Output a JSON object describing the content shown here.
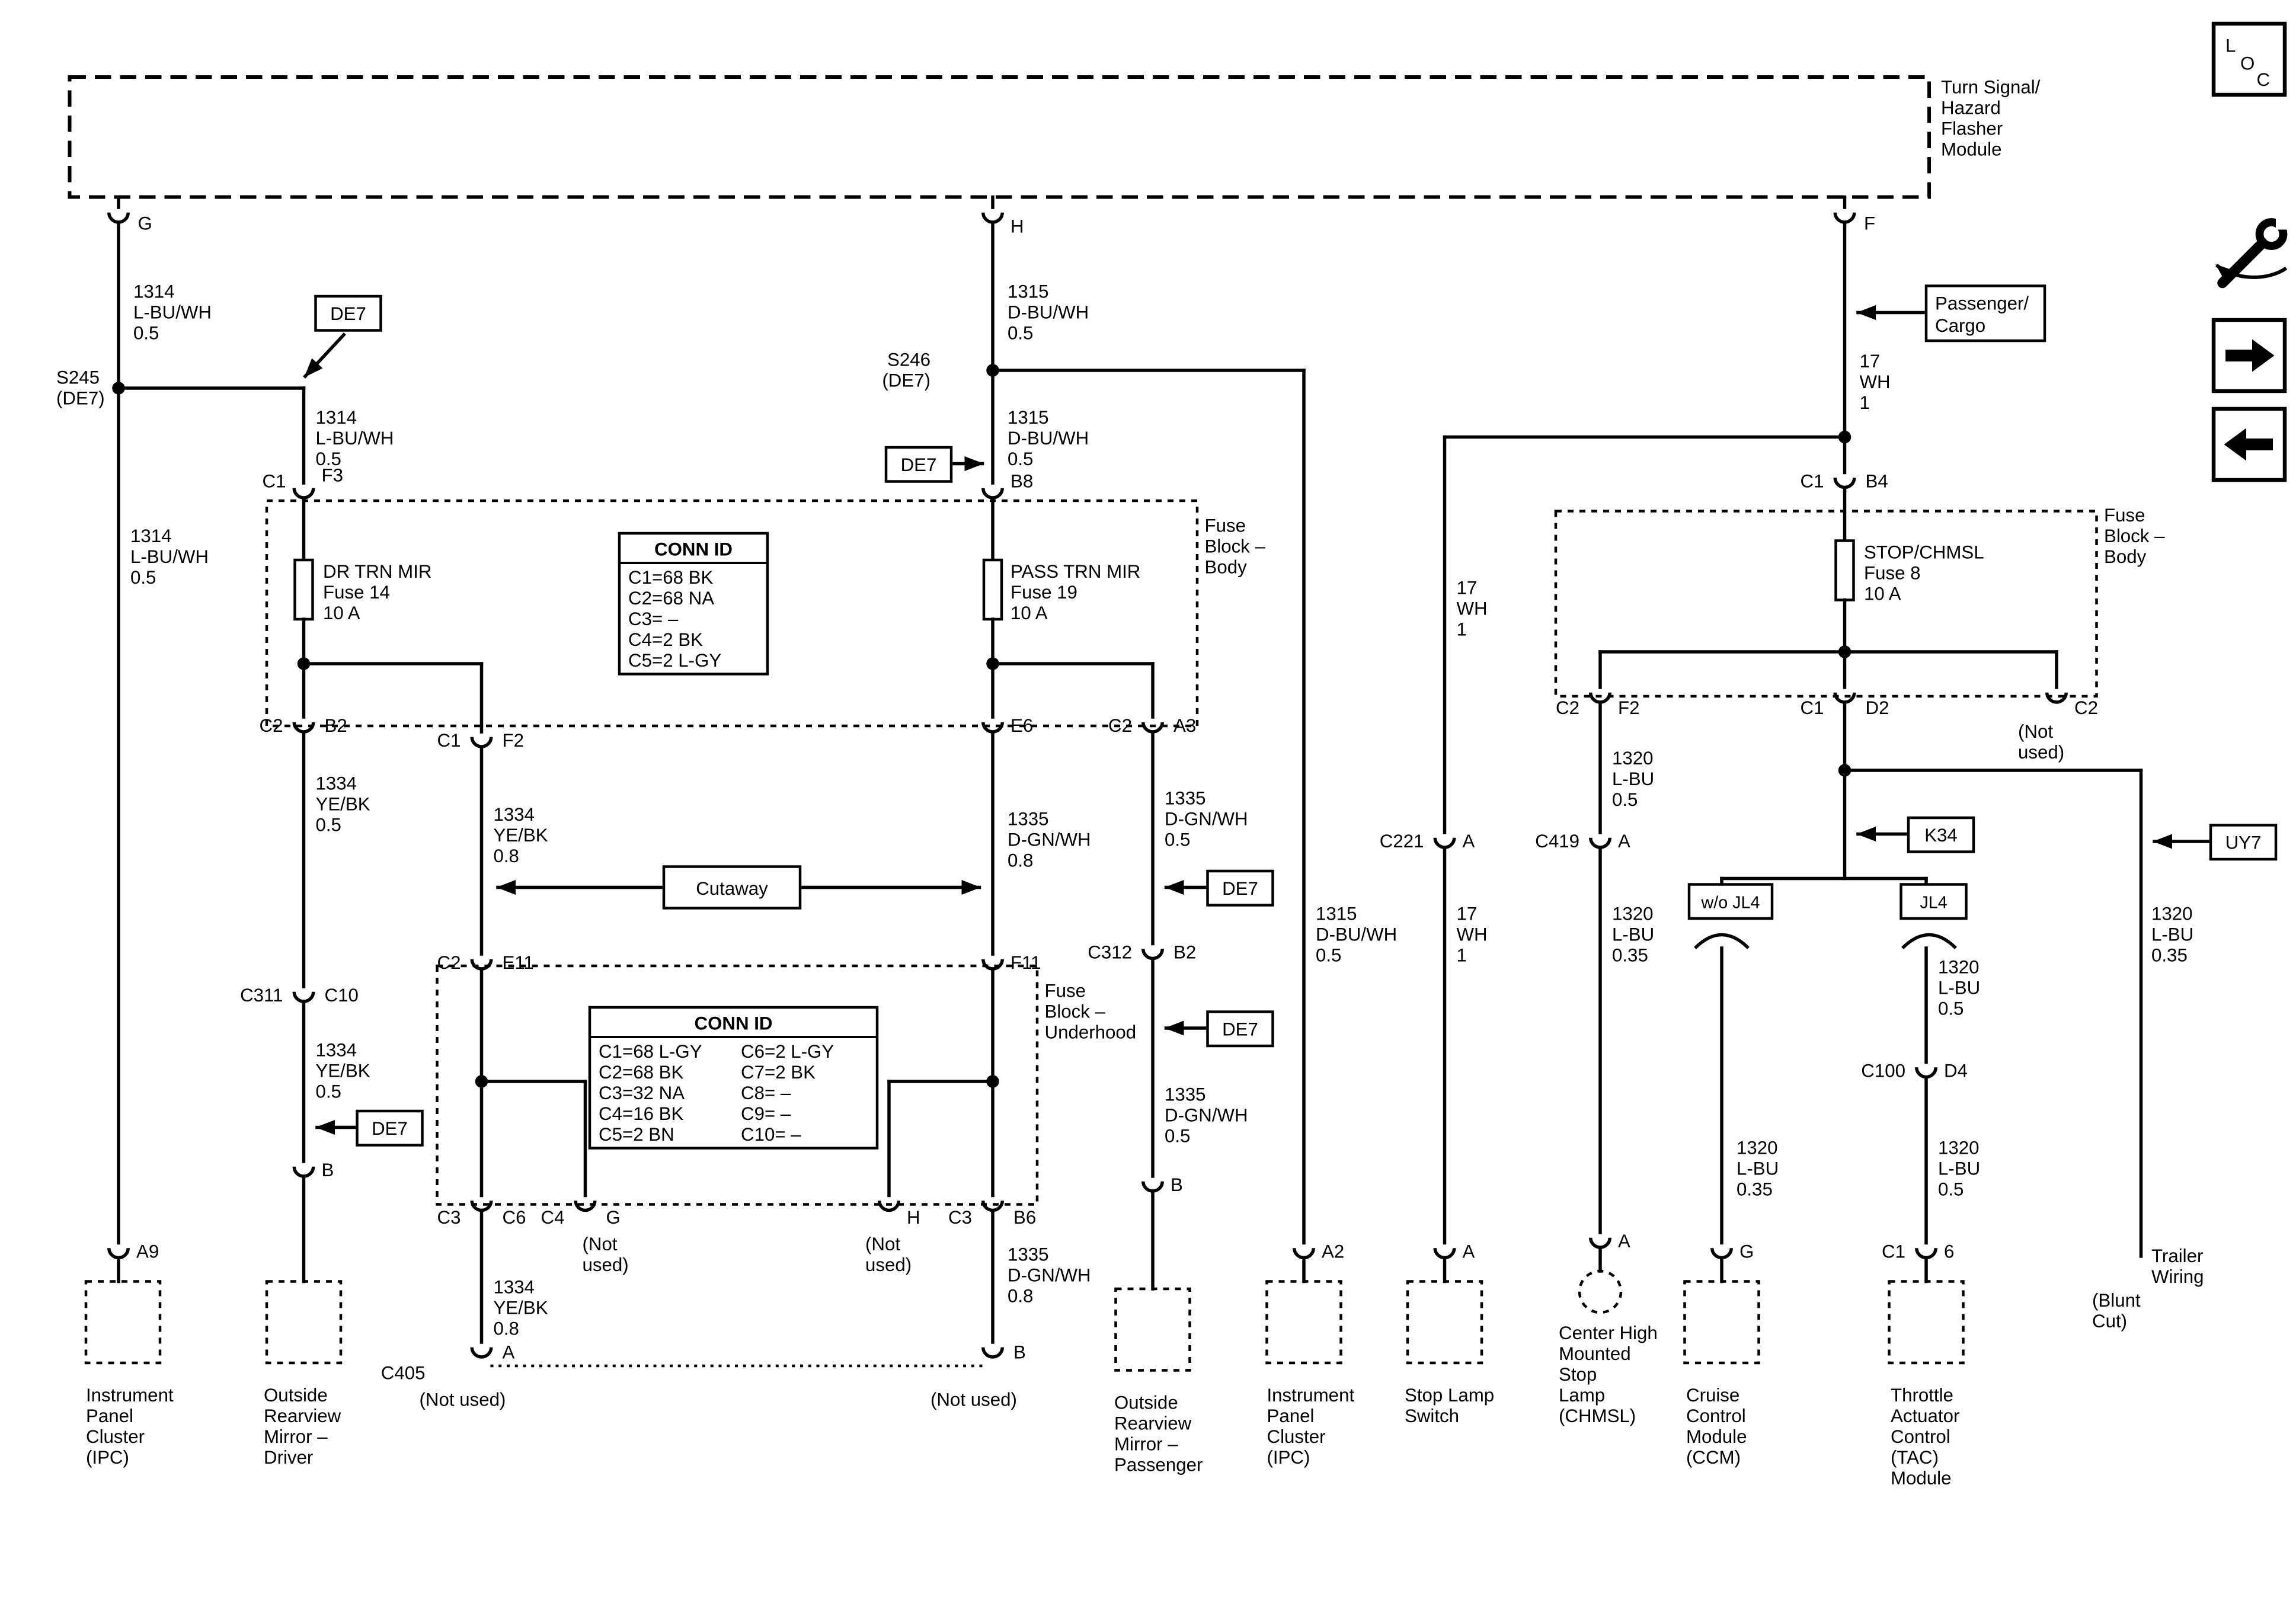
{
  "palette": {
    "ink": "#000000",
    "paper": "#ffffff"
  },
  "module_box": {
    "label": [
      "Turn Signal/",
      "Hazard",
      "Flasher",
      "Module"
    ],
    "terminals": {
      "g": "G",
      "h": "H",
      "f": "F"
    }
  },
  "splices": {
    "s245": [
      "S245",
      "(DE7)"
    ],
    "s246": [
      "S246",
      "(DE7)"
    ]
  },
  "callouts": {
    "de7": "DE7",
    "k34": "K34",
    "uy7": "UY7",
    "cutaway": "Cutaway",
    "passenger_cargo": [
      "Passenger/",
      "Cargo"
    ],
    "wo_jl4": "w/o JL4",
    "jl4": "JL4"
  },
  "wire_labels": {
    "c1314": [
      "1314",
      "L-BU/WH",
      "0.5"
    ],
    "c1315": [
      "1315",
      "D-BU/WH",
      "0.5"
    ],
    "c1334_05": [
      "1334",
      "YE/BK",
      "0.5"
    ],
    "c1334_08": [
      "1334",
      "YE/BK",
      "0.8"
    ],
    "c1335_08": [
      "1335",
      "D-GN/WH",
      "0.8"
    ],
    "c1335_05": [
      "1335",
      "D-GN/WH",
      "0.5"
    ],
    "c17": [
      "17",
      "WH",
      "1"
    ],
    "c1320_05": [
      "1320",
      "L-BU",
      "0.5"
    ],
    "c1320_035": [
      "1320",
      "L-BU",
      "0.35"
    ]
  },
  "fuse_blocks": {
    "body": [
      "Fuse",
      "Block –",
      "Body"
    ],
    "underhood": [
      "Fuse",
      "Block –",
      "Underhood"
    ]
  },
  "fuses": {
    "f14": [
      "DR TRN MIR",
      "Fuse 14",
      "10 A"
    ],
    "f19": [
      "PASS TRN MIR",
      "Fuse 19",
      "10 A"
    ],
    "f8": [
      "STOP/CHMSL",
      "Fuse 8",
      "10 A"
    ]
  },
  "conn_id_body": {
    "title": "CONN ID",
    "rows": [
      "C1=68 BK",
      "C2=68 NA",
      "C3= –",
      "C4=2 BK",
      "C5=2 L-GY"
    ]
  },
  "conn_id_underhood": {
    "title": "CONN ID",
    "left": [
      "C1=68 L-GY",
      "C2=68 BK",
      "C3=32 NA",
      "C4=16 BK",
      "C5=2 BN"
    ],
    "right": [
      "C6=2 L-GY",
      "C7=2 BK",
      "C8= –",
      "C9= –",
      "C10= –"
    ]
  },
  "pins": {
    "c1": "C1",
    "c2": "C2",
    "c3": "C3",
    "c4": "C4",
    "c6": "C6",
    "c10": "C10",
    "c100": "C100",
    "c221": "C221",
    "c311": "C311",
    "c312": "C312",
    "c405": "C405",
    "c419": "C419",
    "f2": "F2",
    "f3": "F3",
    "f11": "F11",
    "b2": "B2",
    "b4": "B4",
    "b6": "B6",
    "b8": "B8",
    "e6": "E6",
    "e11": "E11",
    "a": "A",
    "a2": "A2",
    "a3": "A3",
    "a9": "A9",
    "b": "B",
    "d2": "D2",
    "d4": "D4",
    "g": "G",
    "h": "H",
    "n6": "6",
    "not_used": "(Not used)",
    "not1": "(Not",
    "not2": "used)"
  },
  "components": {
    "ipc": [
      "Instrument",
      "Panel",
      "Cluster",
      "(IPC)"
    ],
    "mirror_driver": [
      "Outside",
      "Rearview",
      "Mirror –",
      "Driver"
    ],
    "mirror_passenger": [
      "Outside",
      "Rearview",
      "Mirror –",
      "Passenger"
    ],
    "stop_lamp": [
      "Stop Lamp",
      "Switch"
    ],
    "chmsl": [
      "Center High",
      "Mounted",
      "Stop",
      "Lamp",
      "(CHMSL)"
    ],
    "ccm": [
      "Cruise",
      "Control",
      "Module",
      "(CCM)"
    ],
    "tac": [
      "Throttle",
      "Actuator",
      "Control",
      "(TAC)",
      "Module"
    ],
    "trailer": [
      "Trailer",
      "Wiring"
    ],
    "blunt_cut": [
      "(Blunt",
      "Cut)"
    ]
  },
  "nav": {
    "loc": [
      "L",
      "O",
      "C"
    ]
  }
}
